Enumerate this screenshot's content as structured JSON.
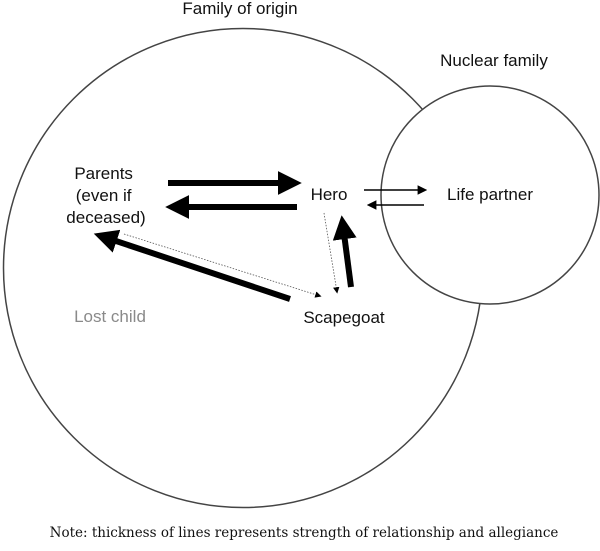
{
  "groups": {
    "family_of_origin": "Family of origin",
    "nuclear_family": "Nuclear family"
  },
  "nodes": {
    "parents": [
      "Parents",
      "(even if",
      "deceased)"
    ],
    "hero": "Hero",
    "life_partner": "Life partner",
    "scapegoat": "Scapegoat",
    "lost_child": "Lost child"
  },
  "relationships": [
    {
      "from": "Parents",
      "to": "Hero",
      "strength": "strong"
    },
    {
      "from": "Hero",
      "to": "Parents",
      "strength": "strong"
    },
    {
      "from": "Hero",
      "to": "Life partner",
      "strength": "weak"
    },
    {
      "from": "Life partner",
      "to": "Hero",
      "strength": "weak"
    },
    {
      "from": "Scapegoat",
      "to": "Parents",
      "strength": "strong"
    },
    {
      "from": "Parents",
      "to": "Scapegoat",
      "strength": "very weak (dotted)"
    },
    {
      "from": "Scapegoat",
      "to": "Hero",
      "strength": "strong"
    },
    {
      "from": "Hero",
      "to": "Scapegoat",
      "strength": "very weak (dotted)"
    }
  ],
  "note": "Note: thickness of lines represents strength of relationship and allegiance",
  "colors": {
    "stroke": "#000000",
    "circle": "#444444",
    "muted_text": "#8a8a8a"
  }
}
